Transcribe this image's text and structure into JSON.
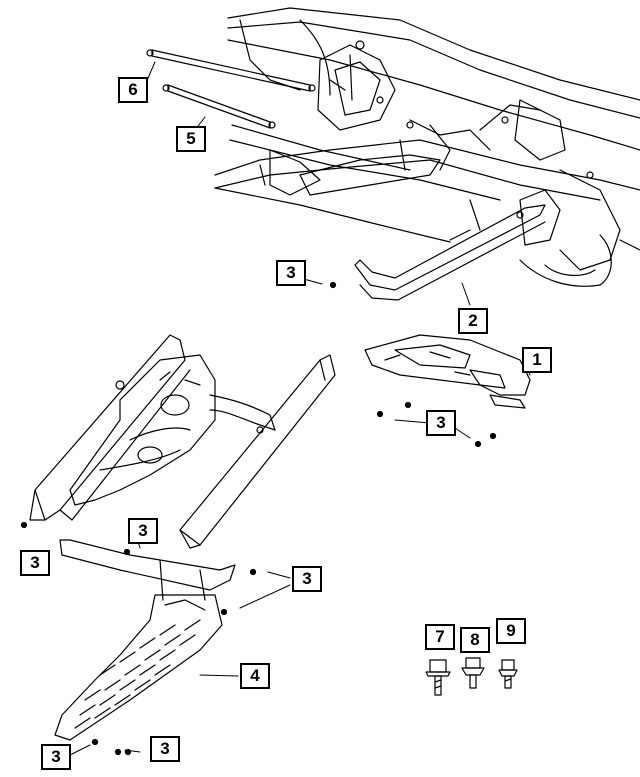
{
  "callouts": {
    "c6": "6",
    "c5": "5",
    "c3_top": "3",
    "c2": "2",
    "c1": "1",
    "c3_right": "3",
    "c3_mid": "3",
    "c3_left": "3",
    "c3_front": "3",
    "c4": "4",
    "c7": "7",
    "c8": "8",
    "c9": "9",
    "c3_bottom_left": "3",
    "c3_bottom_right": "3"
  },
  "colors": {
    "line": "#000000",
    "background": "#ffffff"
  }
}
